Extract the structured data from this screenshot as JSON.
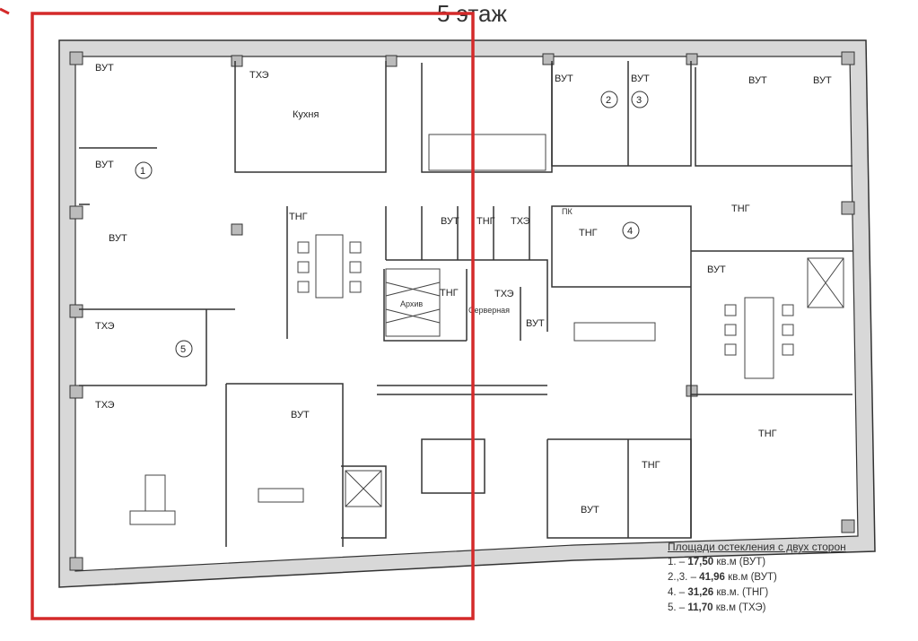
{
  "title": "5 этаж",
  "rooms": {
    "r1": "ВУТ",
    "r2": "ТХЭ",
    "r3": "Кухня",
    "r4": "ВУТ",
    "r5": "ВУТ",
    "r6": "ТХЭ",
    "r7": "ТХЭ",
    "r8": "ВУТ",
    "r9": "ТНГ",
    "r10": "ВУТ",
    "r11": "ТНГ",
    "r12": "ТХЭ",
    "r13": "ПК",
    "r14": "ТНГ",
    "r15": "ТНГ",
    "r16": "Архив",
    "r17": "ТХЭ",
    "r18": "Серверная",
    "r19": "ВУТ",
    "r20": "ВУТ",
    "r21": "ВУТ",
    "r22": "ВУТ",
    "r23": "ВУТ",
    "r24": "ТНГ",
    "r25": "ВУТ",
    "r26": "ТНГ",
    "r27": "ТНГ",
    "r28": "ВУТ"
  },
  "markers": [
    "1",
    "2",
    "3",
    "4",
    "5"
  ],
  "legend": {
    "heading": "Площади остекления с двух сторон",
    "items": [
      {
        "num": "1. –",
        "value": "17,50",
        "unit": "кв.м (ВУТ)"
      },
      {
        "num": "2.,3. –",
        "value": "41,96",
        "unit": "кв.м (ВУТ)"
      },
      {
        "num": "4. –",
        "value": "31,26",
        "unit": "кв.м. (ТНГ)"
      },
      {
        "num": "5. –",
        "value": "11,70",
        "unit": "кв.м (ТХЭ)"
      }
    ]
  },
  "highlight_color": "#d42a2a"
}
